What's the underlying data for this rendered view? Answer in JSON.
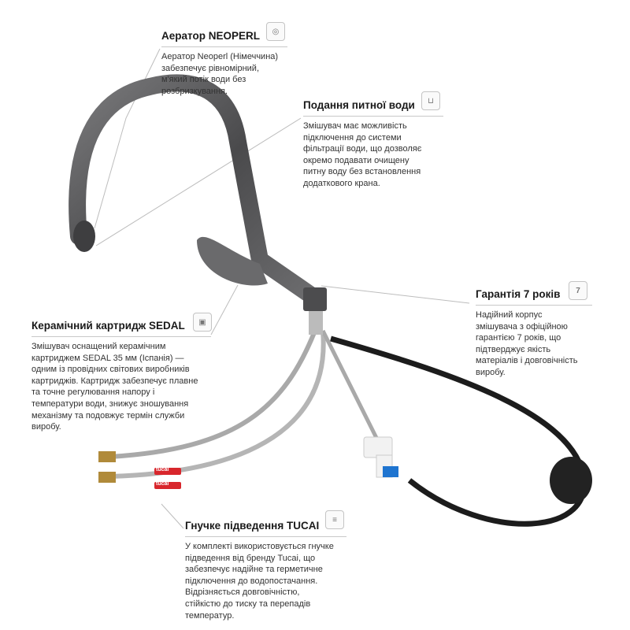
{
  "callouts": {
    "aerator": {
      "title": "Аератор NEOPERL",
      "icon": "aerator-icon",
      "body": "Аератор Neoperl (Німеччина)\nзабезпечує рівномірний,\nм'який потік води без\nрозбризкування."
    },
    "drinking_water": {
      "title": "Подання питної води",
      "icon": "water-filter-icon",
      "body": "Змішувач має можливість\nпідключення до системи\nфільтрації води, що дозволяє\nокремо подавати очищену\nпитну воду без встановлення\nдодаткового крана."
    },
    "warranty": {
      "title": "Гарантія 7 років",
      "icon": "warranty-badge-icon",
      "icon_text": "7",
      "body": "Надійний корпус\nзмішувача з офіційною\nгарантією 7 років, що\nпідтверджує якість\nматеріалів і довговічність\nвиробу."
    },
    "cartridge": {
      "title": "Керамічний картридж SEDAL",
      "icon": "cartridge-icon",
      "body": "Змішувач оснащений керамічним\nкартриджем SEDAL 35 мм (Іспанія) —\nодним із провідних світових виробників\nкартриджів. Картридж забезпечує плавне\nта точне регулювання напору і\nтемператури води, знижує зношування\nмеханізму та подовжує термін служби\nвиробу."
    },
    "hoses": {
      "title": "Гнучке підведення TUCAI",
      "icon": "flexible-hose-icon",
      "body": "У комплекті використовується гнучке\nпідведення від бренду Tucai, що\nзабезпечує надійне та герметичне\nпідключення до водопостачання.\nВідрізняється довговічністю,\nстійкістю до тиску та перепадів\nтемператур."
    }
  },
  "product_labels": [
    "tucai",
    "tucai"
  ],
  "colors": {
    "faucet": "#5a5a5c",
    "hose_black": "#1c1c1c",
    "hose_steel": "#a9a9a9",
    "label_red": "#d8262c"
  }
}
